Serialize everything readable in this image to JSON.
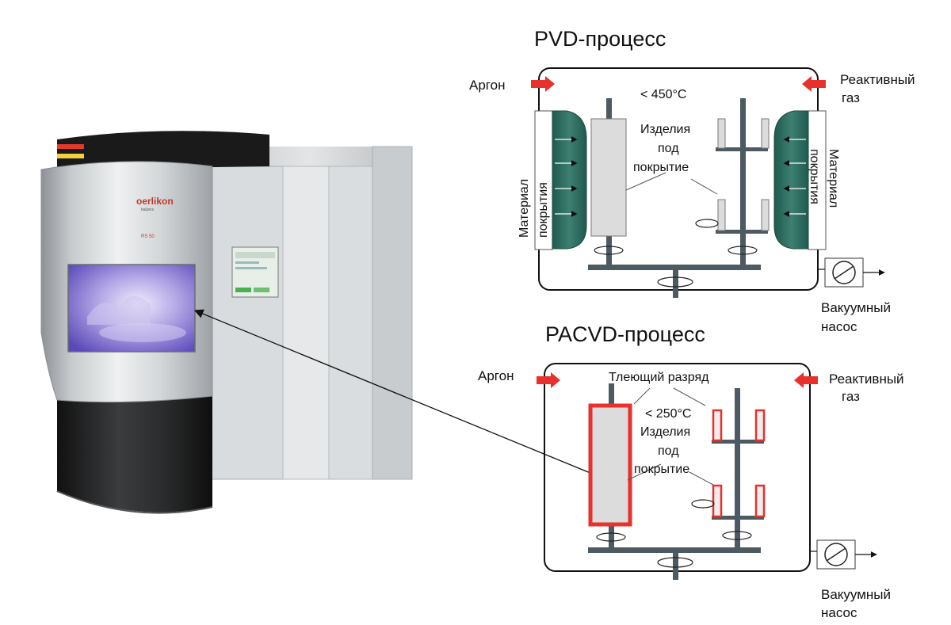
{
  "machine": {
    "brand": "oerlikon",
    "sub_brand": "balzers",
    "model": "RS 50"
  },
  "pvd": {
    "title": "PVD-процесс",
    "gas_left": "Аргон",
    "gas_right_line1": "Реактивный",
    "gas_right_line2": "газ",
    "temperature": "< 450°C",
    "parts_line1": "Изделия",
    "parts_line2": "под",
    "parts_line3": "покрытие",
    "material_line1": "Материал",
    "material_line2": "покрытия",
    "pump_line1": "Вакуумный",
    "pump_line2": "насос"
  },
  "pacvd": {
    "title": "PACVD-процесс",
    "gas_left": "Аргон",
    "gas_right_line1": "Реактивный",
    "gas_right_line2": "газ",
    "glow": "Тлеющий разряд",
    "temperature": "< 250°C",
    "parts_line1": "Изделия",
    "parts_line2": "под",
    "parts_line3": "покрытие",
    "pump_line1": "Вакуумный",
    "pump_line2": "насос"
  },
  "colors": {
    "target": "#2e6b5e",
    "gas_arrow": "#e8302c",
    "frame": "#111111",
    "fixture": "#4d5a62",
    "glow_red": "#e8302c"
  }
}
